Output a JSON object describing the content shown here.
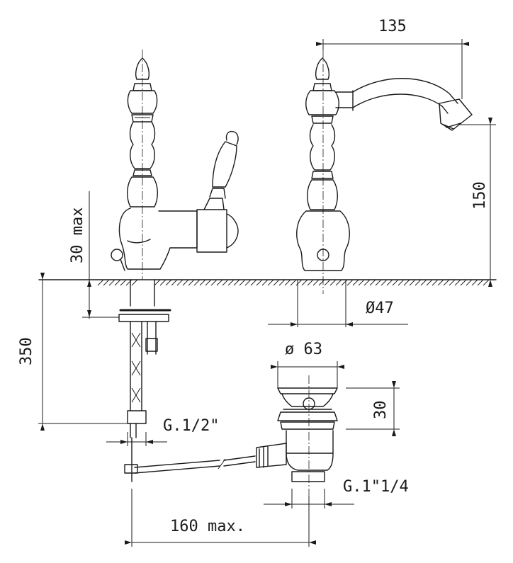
{
  "dimensions": {
    "width_spout": "135",
    "height_spout": "150",
    "max_deck": "30 max",
    "hose_length": "350",
    "base_diameter": "Ø47",
    "waste_diameter": "ø 63",
    "waste_height": "30",
    "thread_supply": "G.1/2\"",
    "thread_waste": "G.1\"1/4",
    "rod_length": "160 max."
  },
  "colors": {
    "line": "#1a1a1a",
    "background": "#ffffff"
  }
}
